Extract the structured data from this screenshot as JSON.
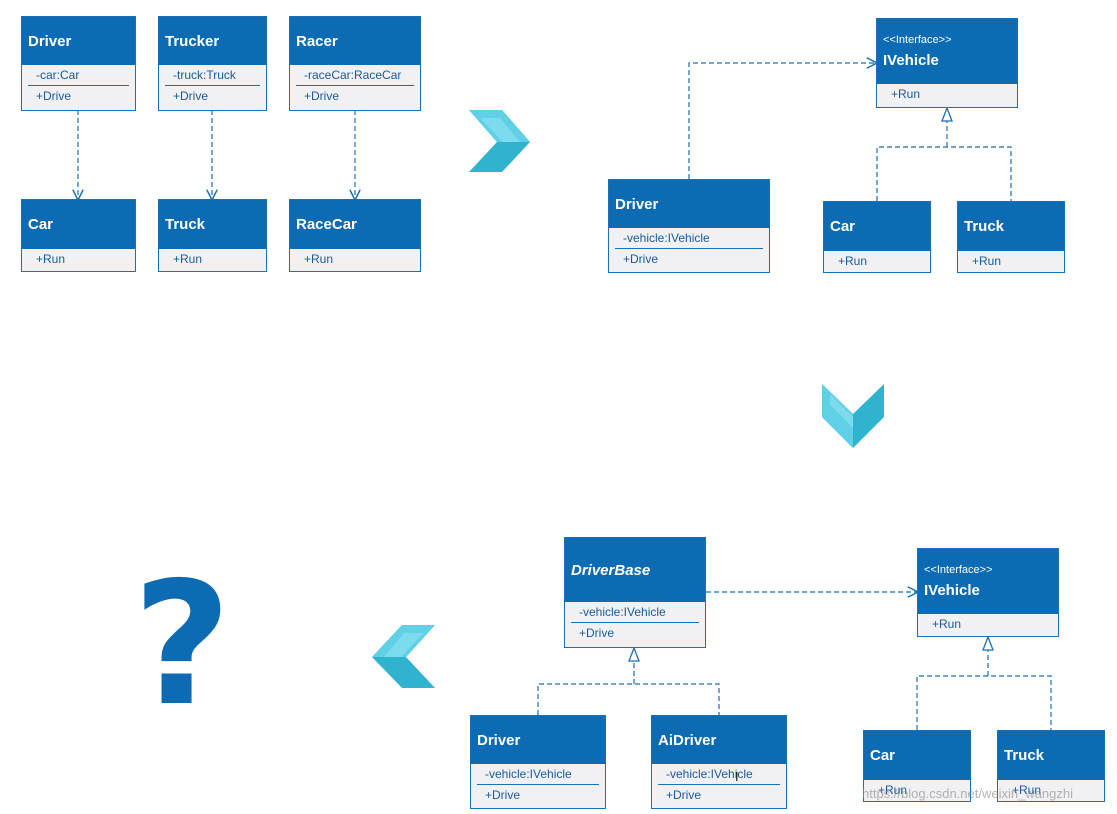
{
  "stage1": {
    "driver": {
      "name": "Driver",
      "attr": "-car:Car",
      "op": "+Drive"
    },
    "trucker": {
      "name": "Trucker",
      "attr": "-truck:Truck",
      "op": "+Drive"
    },
    "racer": {
      "name": "Racer",
      "attr": "-raceCar:RaceCar",
      "op": "+Drive"
    },
    "car": {
      "name": "Car",
      "op": "+Run"
    },
    "truck": {
      "name": "Truck",
      "op": "+Run"
    },
    "racecar": {
      "name": "RaceCar",
      "op": "+Run"
    }
  },
  "stage2": {
    "ivehicle": {
      "stereotype": "<<Interface>>",
      "name": "IVehicle",
      "op": "+Run"
    },
    "driver": {
      "name": "Driver",
      "attr": "-vehicle:IVehicle",
      "op": "+Drive"
    },
    "car": {
      "name": "Car",
      "op": "+Run"
    },
    "truck": {
      "name": "Truck",
      "op": "+Run"
    }
  },
  "stage3": {
    "driverbase": {
      "name": "DriverBase",
      "attr": "-vehicle:IVehicle",
      "op": "+Drive"
    },
    "ivehicle": {
      "stereotype": "<<Interface>>",
      "name": "IVehicle",
      "op": "+Run"
    },
    "driver": {
      "name": "Driver",
      "attr": "-vehicle:IVehicle",
      "op": "+Drive"
    },
    "aidriver": {
      "name": "AiDriver",
      "attr": "-vehicle:IVehicle",
      "op": "+Drive"
    },
    "car": {
      "name": "Car",
      "op": "+Run"
    },
    "truck": {
      "name": "Truck",
      "op": "+Run"
    }
  },
  "question_mark": "?",
  "watermark": "https://blog.csdn.net/weixin_wangzhi",
  "colors": {
    "class_header": "#0c6bb3",
    "class_body": "#f1f1f3",
    "connector": "#1a6fb6",
    "arrow": "#2fb3cf"
  },
  "icons": [
    "chevron-right-arrow",
    "chevron-down-arrow",
    "chevron-left-arrow",
    "question-mark",
    "text-cursor"
  ]
}
